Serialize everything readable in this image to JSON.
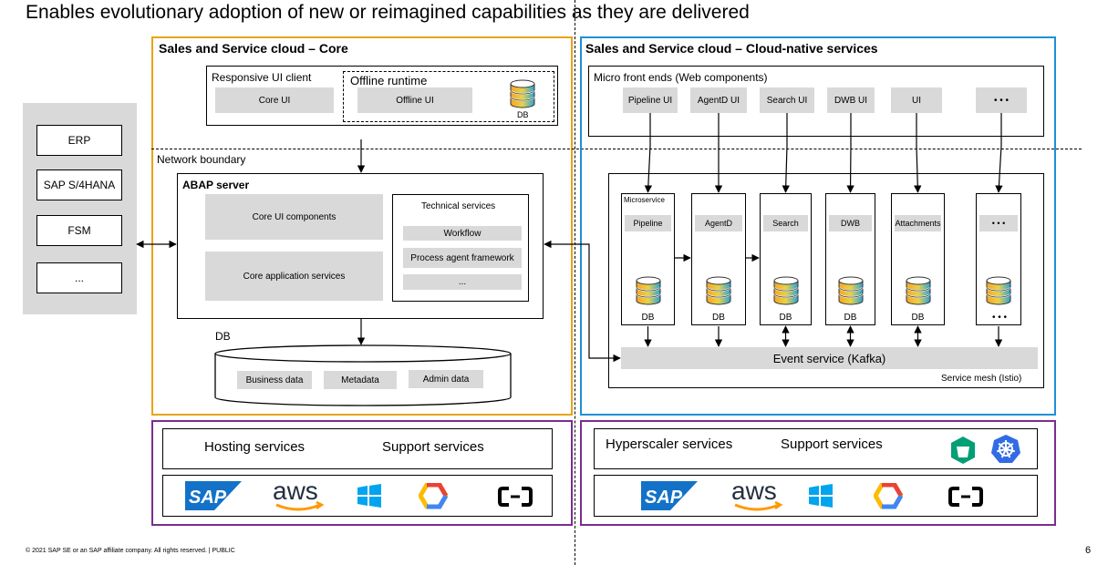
{
  "slide": {
    "subtitle": "Enables evolutionary adoption of new or reimagined capabilities as they are delivered",
    "footer": "© 2021 SAP SE or an SAP affiliate company. All rights reserved.  |  PUBLIC",
    "page_number": "6"
  },
  "core": {
    "title": "Sales and Service cloud – Core",
    "responsive_ui_client": "Responsive UI client",
    "core_ui": "Core UI",
    "offline_runtime": "Offline runtime",
    "offline_ui": "Offline UI",
    "offline_db": "DB",
    "network_boundary": "Network boundary",
    "abap_server": "ABAP server",
    "core_ui_components": "Core UI components",
    "core_application_services": "Core application services",
    "technical_services": "Technical services",
    "workflow": "Workflow",
    "process_agent_framework": "Process agent framework",
    "tech_more": "...",
    "db_label": "DB",
    "business_data": "Business data",
    "metadata": "Metadata",
    "admin_data": "Admin data"
  },
  "external_systems": [
    "ERP",
    "SAP S/4HANA",
    "FSM",
    "..."
  ],
  "cloud_native": {
    "title": "Sales and Service cloud – Cloud-native services",
    "micro_front_ends": "Micro front ends (Web components)",
    "frontends": [
      "Pipeline UI",
      "AgentD UI",
      "Search UI",
      "DWB UI",
      "UI",
      "• • •"
    ],
    "microservice_label": "Microservice",
    "services": [
      "Pipeline",
      "AgentD",
      "Search",
      "DWB",
      "Attachments",
      "• • •"
    ],
    "db_labels": [
      "DB",
      "DB",
      "DB",
      "DB",
      "DB",
      "• • •"
    ],
    "event_service": "Event service (Kafka)",
    "service_mesh": "Service mesh (Istio)"
  },
  "hosting_left": {
    "hosting_services": "Hosting services",
    "support_services": "Support services",
    "logos": [
      "SAP",
      "aws"
    ]
  },
  "hosting_right": {
    "hyperscaler_services": "Hyperscaler services",
    "support_services": "Support services",
    "logos": [
      "SAP",
      "aws"
    ]
  },
  "colors": {
    "core_border": "#e8a317",
    "cloud_border": "#1e90d6",
    "hosting_border": "#7b2d8e",
    "gray_box": "#d9d9d9",
    "sap_blue": "#1372c7"
  }
}
